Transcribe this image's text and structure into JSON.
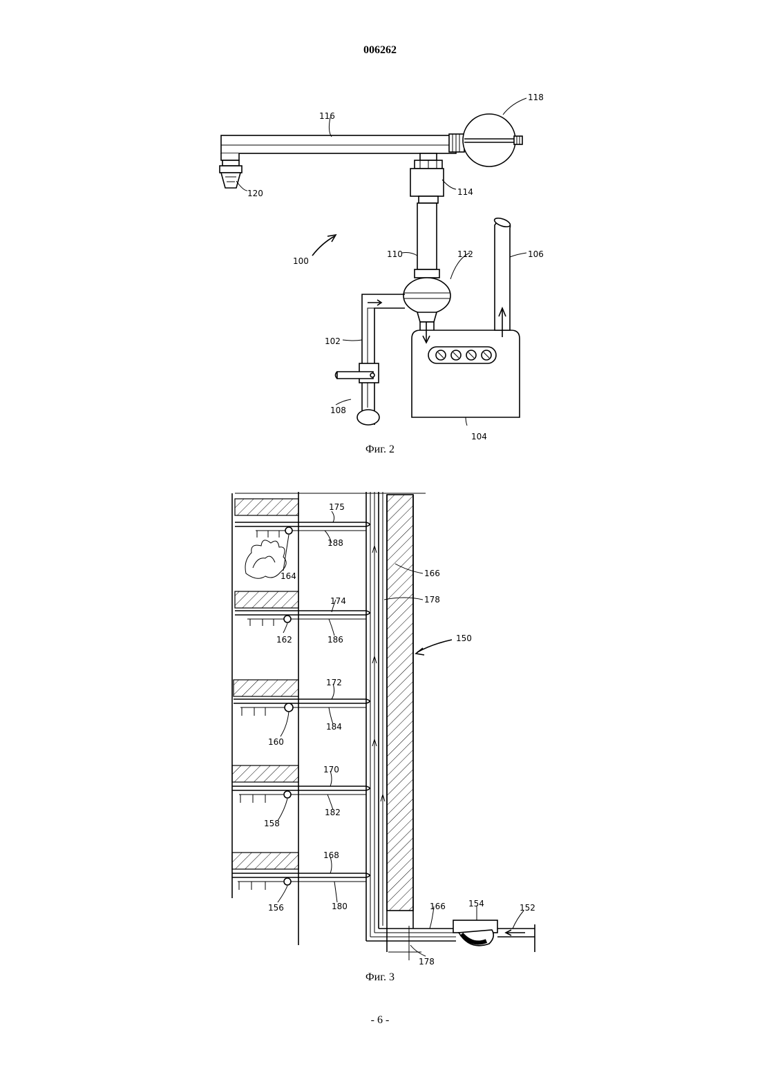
{
  "header": {
    "doc_number": "006262"
  },
  "figure2": {
    "caption": "Фиг. 2",
    "labels": {
      "l100": "100",
      "l102": "102",
      "l104": "104",
      "l106": "106",
      "l108": "108",
      "l110": "110",
      "l112": "112",
      "l114": "114",
      "l116": "116",
      "l118": "118",
      "l120": "120"
    }
  },
  "figure3": {
    "caption": "Фиг. 3",
    "labels": {
      "l150": "150",
      "l152": "152",
      "l154": "154",
      "l156": "156",
      "l158": "158",
      "l160": "160",
      "l162": "162",
      "l164": "164",
      "l166a": "166",
      "l166b": "166",
      "l168": "168",
      "l170": "170",
      "l172": "172",
      "l174": "174",
      "l175": "175",
      "l178a": "178",
      "l178b": "178",
      "l180": "180",
      "l182": "182",
      "l184": "184",
      "l186": "186",
      "l188": "188"
    }
  },
  "footer": {
    "page_number": "- 6 -"
  }
}
